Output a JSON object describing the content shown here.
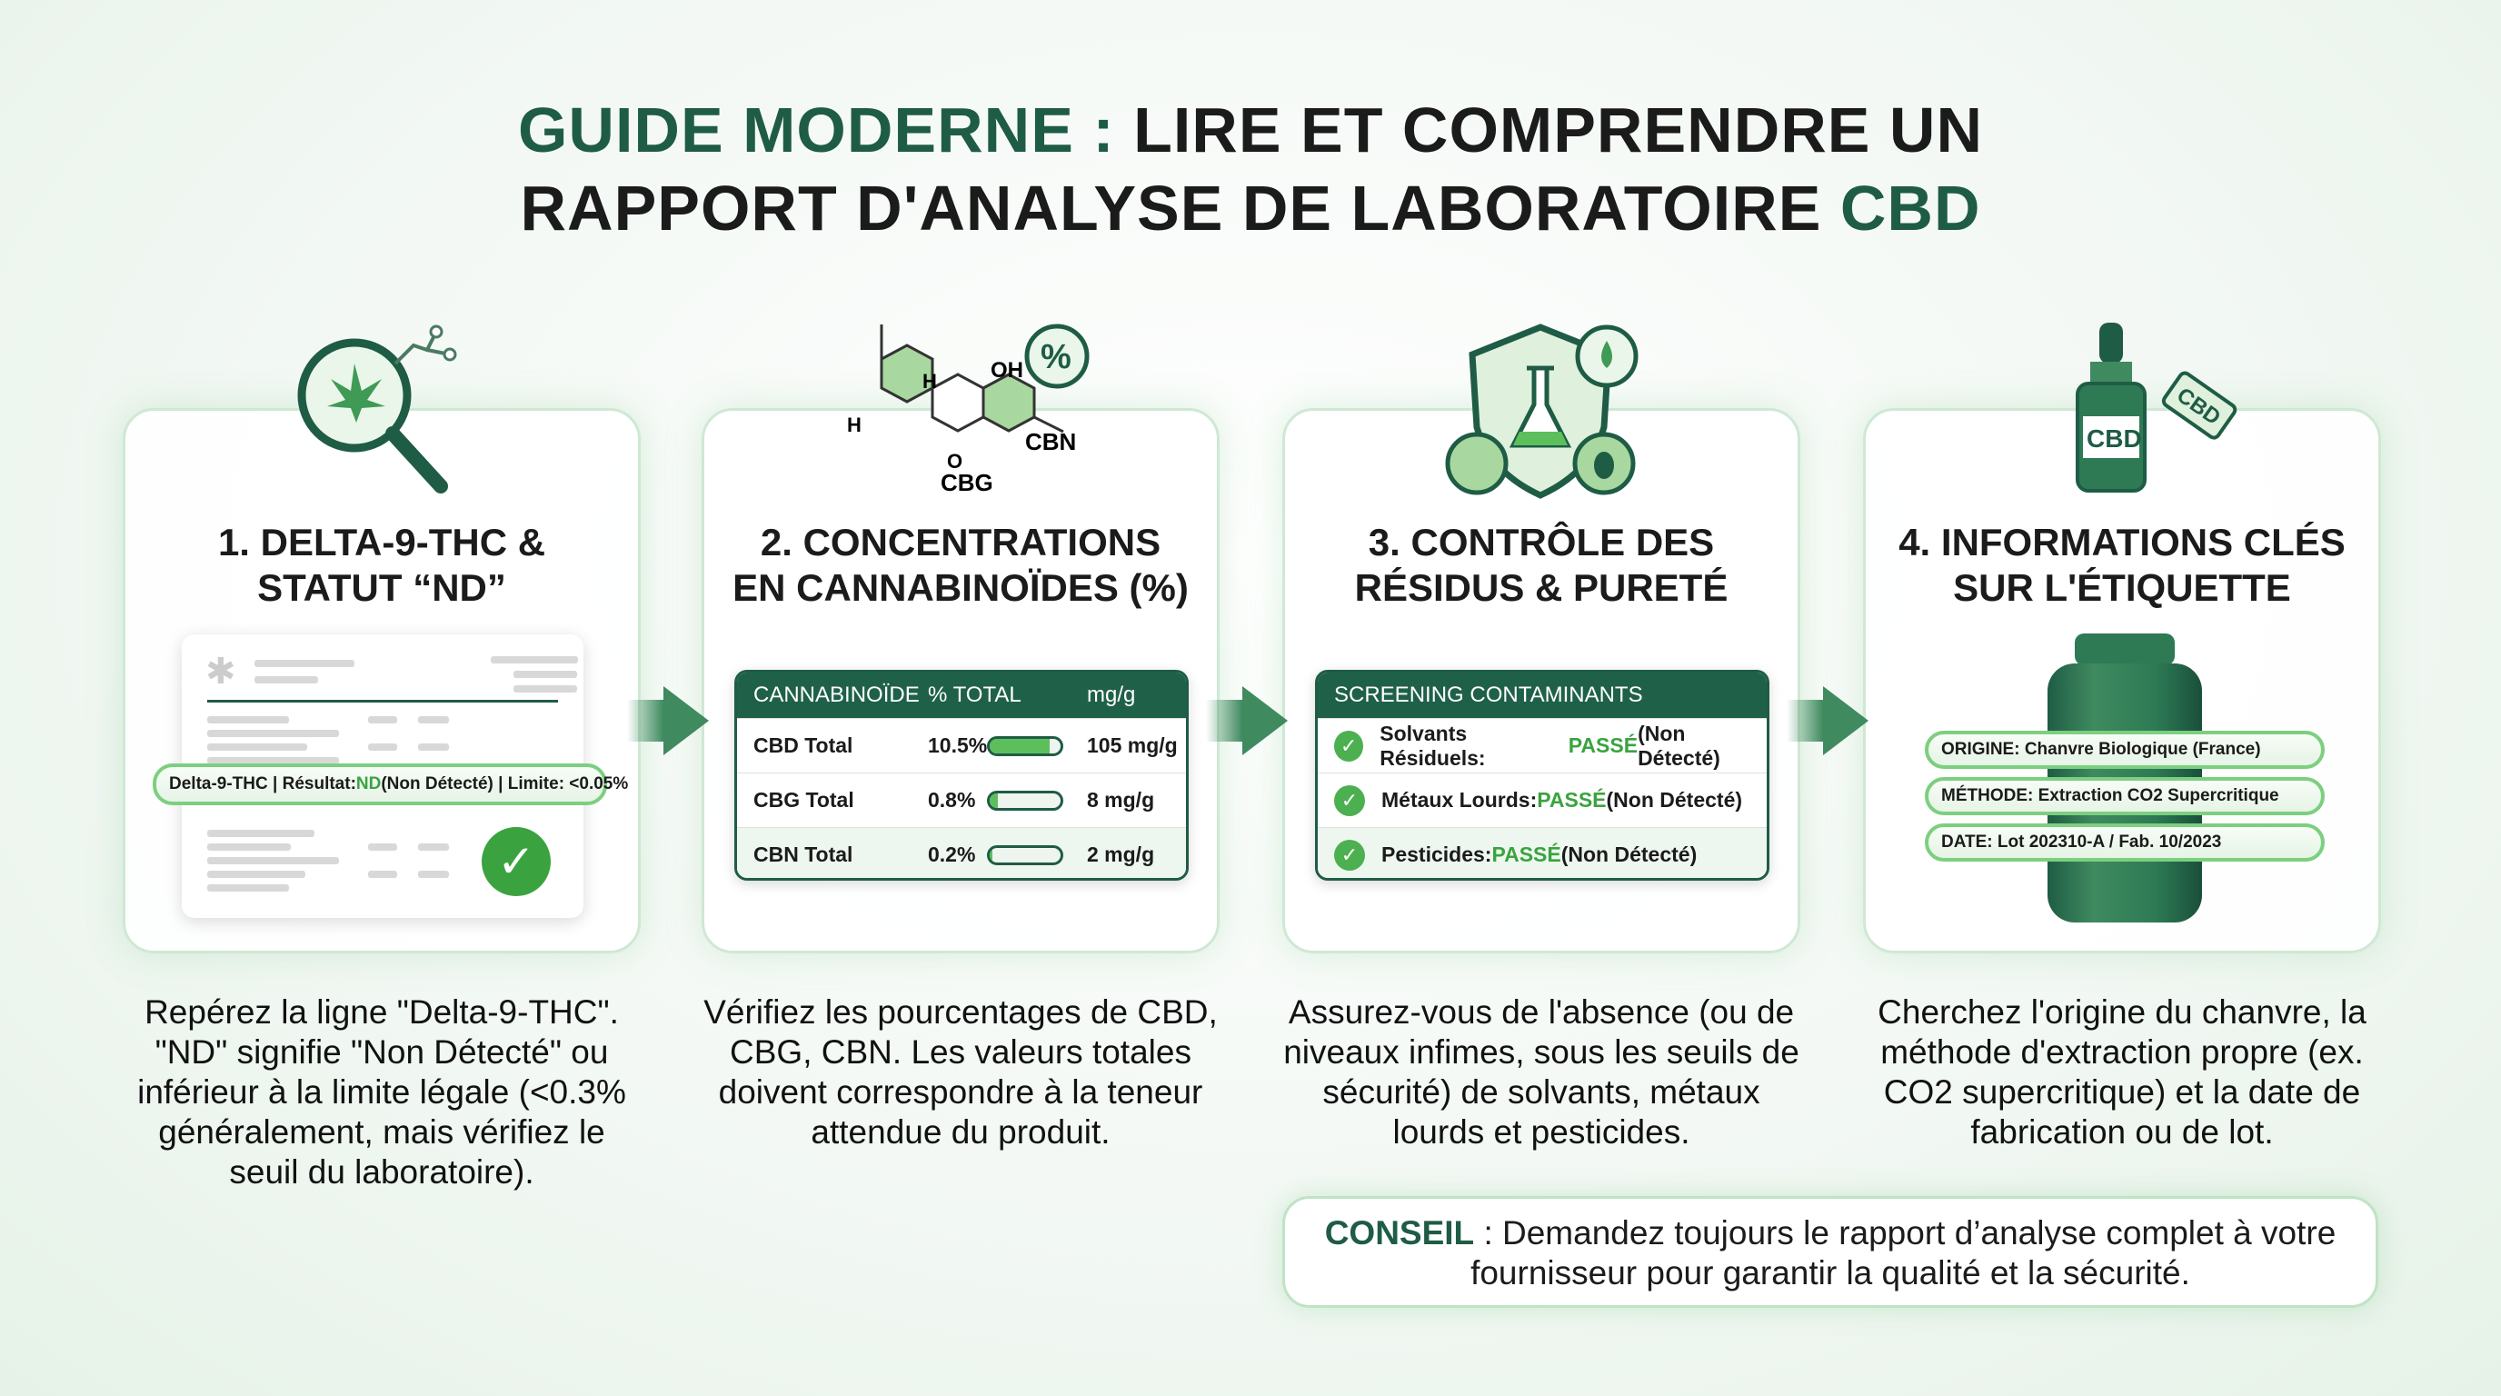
{
  "title": {
    "line1_accent": "GUIDE MODERNE :",
    "line1_rest": " LIRE ET COMPRENDRE UN",
    "line2_rest": "RAPPORT D'ANALYSE DE LABORATOIRE ",
    "line2_accent": "CBD"
  },
  "colors": {
    "primary_dark_green": "#1f5c45",
    "accent_green": "#3aa33f",
    "background": "#f3f8f4"
  },
  "steps": [
    {
      "heading_line1": "1. DELTA-9-THC &",
      "heading_line2": "STATUT “ND”",
      "icon": "magnifier-cannabis-leaf-icon",
      "highlight": {
        "prefix": "Delta-9-THC | Résultat: ",
        "value": "ND",
        "suffix": " (Non Détecté) | Limite: <0.05%"
      },
      "description": "Repérez la ligne \"Delta-9-THC\". \"ND\" signifie \"Non Détecté\" ou inférieur à la limite légale (<0.3% généralement, mais vérifiez le seuil du laboratoire)."
    },
    {
      "heading_line1": "2. CONCENTRATIONS",
      "heading_line2": "EN CANNABINOÏDES (%)",
      "icon": "molecule-icon",
      "molecule_labels": {
        "oh": "OH",
        "h1": "H",
        "h2": "H",
        "o": "O",
        "cbn": "CBN",
        "cbg": "CBG",
        "percent": "%"
      },
      "table": {
        "headers": [
          "CANNABINOÏDE",
          "% TOTAL",
          "mg/g"
        ],
        "rows": [
          {
            "name": "CBD Total",
            "percent": "10.5%",
            "fill": 0.85,
            "mgg": "105 mg/g"
          },
          {
            "name": "CBG Total",
            "percent": "0.8%",
            "fill": 0.12,
            "mgg": "8 mg/g"
          },
          {
            "name": "CBN Total",
            "percent": "0.2%",
            "fill": 0.04,
            "mgg": "2 mg/g"
          }
        ]
      },
      "description": "Vérifiez les pourcentages de CBD, CBG, CBN. Les valeurs totales doivent correspondre à la teneur attendue du produit."
    },
    {
      "heading_line1": "3. CONTRÔLE DES",
      "heading_line2": "RÉSIDUS & PURETÉ",
      "icon": "shield-flask-icon",
      "table": {
        "header": "SCREENING CONTAMINANTS",
        "rows": [
          {
            "label": "Solvants Résiduels: ",
            "status": "PASSÉ",
            "note": " (Non Détecté)"
          },
          {
            "label": "Métaux Lourds: ",
            "status": "PASSÉ",
            "note": " (Non Détecté)"
          },
          {
            "label": "Pesticides: ",
            "status": "PASSÉ",
            "note": " (Non Détecté)"
          }
        ]
      },
      "description": "Assurez-vous de l'absence (ou de niveaux infimes, sous les seuils de sécurité) de solvants, métaux lourds et pesticides."
    },
    {
      "heading_line1": "4. INFORMATIONS CLÉS",
      "heading_line2": "SUR L'ÉTIQUETTE",
      "icon": "cbd-dropper-bottle-icon",
      "bottle_labels": {
        "bottle": "CBD",
        "tag": "CBD"
      },
      "labels": [
        "ORIGINE: Chanvre Biologique (France)",
        "MÉTHODE: Extraction CO2 Supercritique",
        "DATE: Lot 202310-A / Fab. 10/2023"
      ],
      "description": "Cherchez l'origine du chanvre, la méthode d'extraction propre (ex. CO2 supercritique) et la date de fabrication ou de lot."
    }
  ],
  "conseil": {
    "label": "CONSEIL",
    "text": " : Demandez toujours le rapport d’analyse complet à votre fournisseur pour garantir la qualité et la sécurité."
  }
}
